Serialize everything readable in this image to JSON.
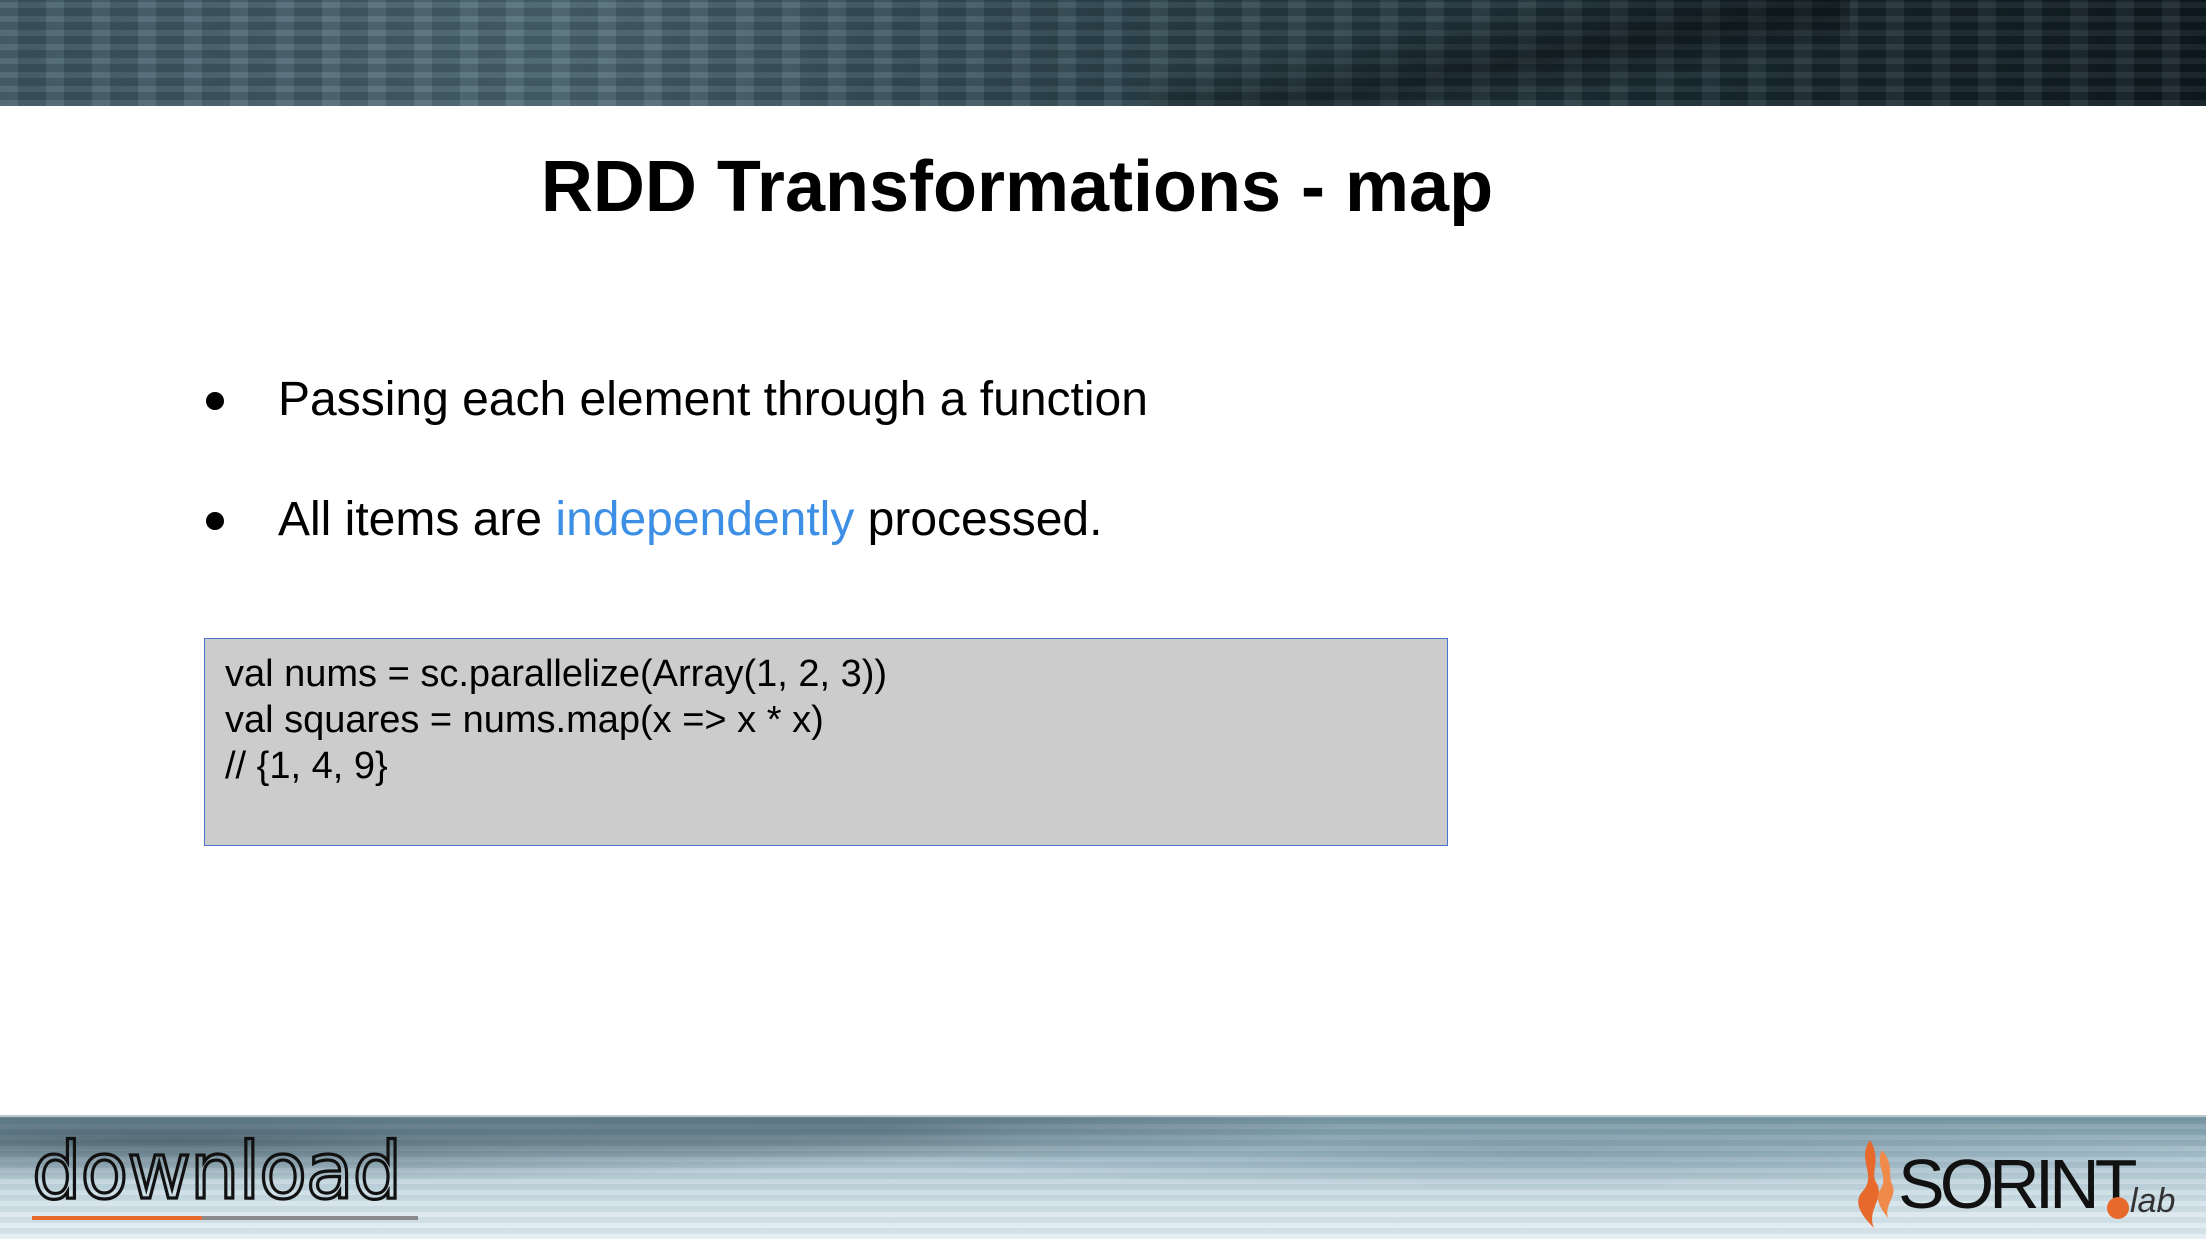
{
  "slide": {
    "title": "RDD Transformations - map",
    "bullets": [
      {
        "text": "Passing each element through a function"
      },
      {
        "before": "All items are ",
        "highlight": "independently",
        "after": " processed."
      }
    ],
    "code_lines": [
      "val nums = sc.parallelize(Array(1, 2, 3))",
      "val squares = nums.map(x => x * x)",
      "// {1, 4, 9}"
    ]
  },
  "logos": {
    "download": "download",
    "sorint": "SORINT",
    "sorint_suffix": "lab"
  },
  "colors": {
    "highlight": "#3d8fe6",
    "code_background": "#cccccc",
    "code_border": "#4a74c9",
    "sorint_orange": "#e8692c"
  }
}
